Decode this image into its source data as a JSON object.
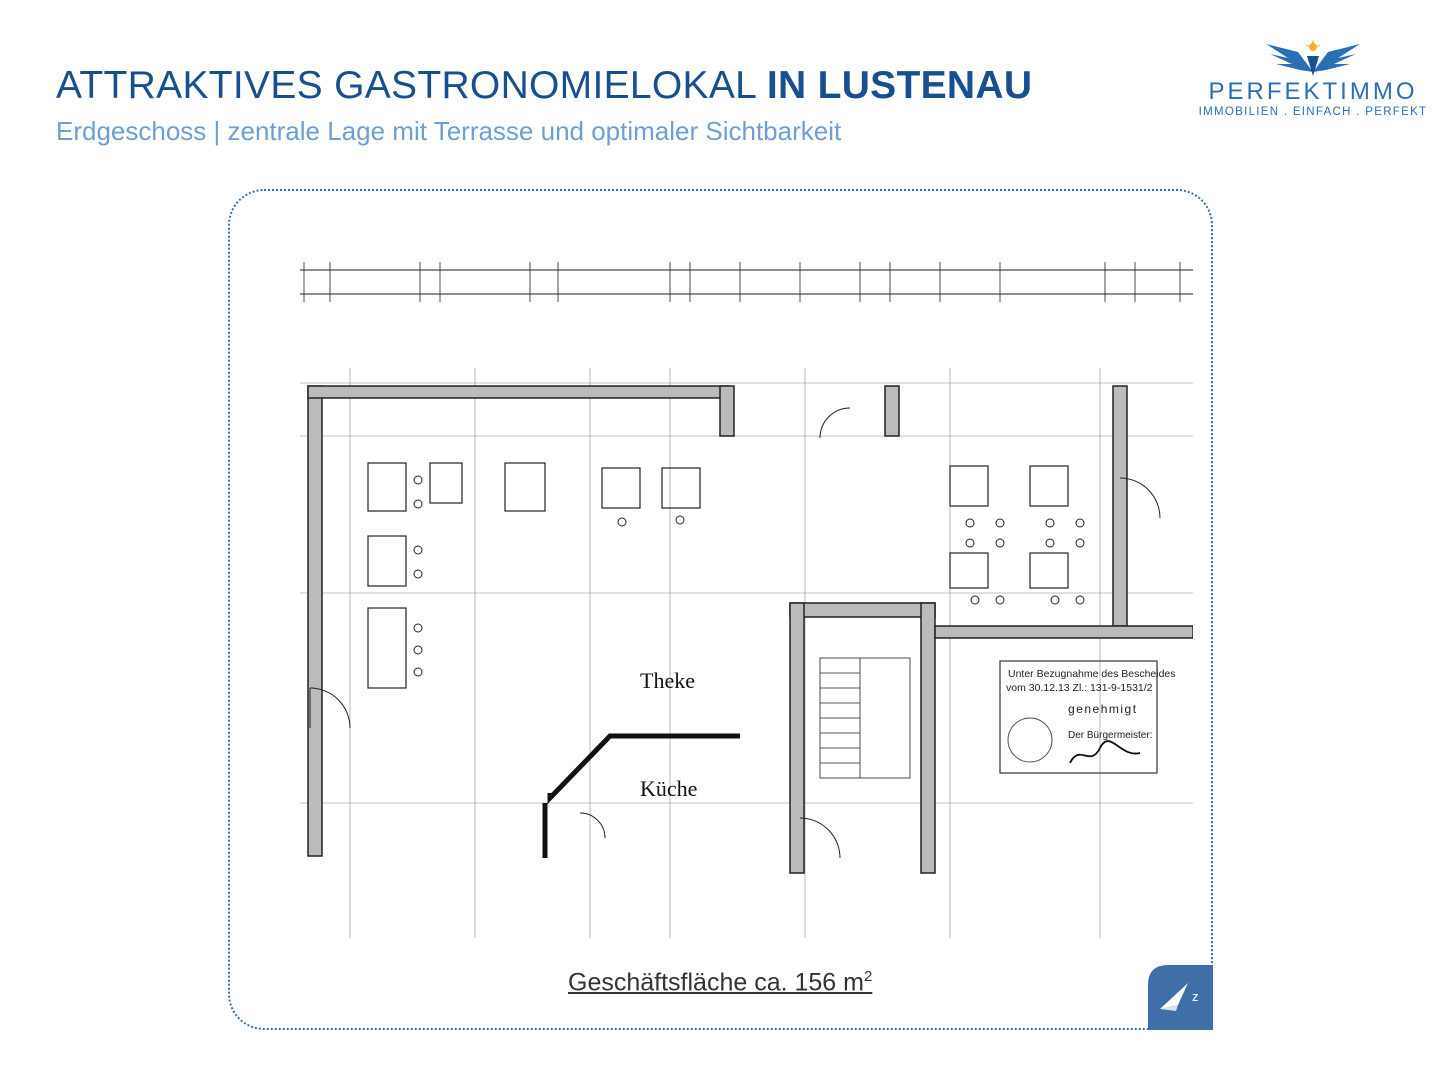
{
  "header": {
    "title_regular": "ATTRAKTIVES GASTRONOMIELOKAL",
    "title_bold": "IN LUSTENAU",
    "subtitle": "Erdgeschoss | zentrale Lage mit Terrasse und optimaler Sichtbarkeit"
  },
  "logo": {
    "icon": "winged-eagle-logo-icon",
    "brand": "PERFEKTIMMO",
    "slogan": "IMMOBILIEN . EINFACH . PERFEKT",
    "color": "#2a6fb6"
  },
  "floorplan": {
    "rooms": {
      "theke": "Theke",
      "kueche": "Küche"
    },
    "stamp": {
      "line1": "Unter Bezugnahme des Bescheides",
      "line2": "vom 30.12.13  Zl.: 131-9-1531/2",
      "line3": "genehmigt",
      "line4": "Der Bürgermeister:"
    }
  },
  "caption": {
    "text": "Geschäftsfläche ca. 156 m",
    "superscript": "2"
  },
  "corner_icon": "north-arrow-icon",
  "colors": {
    "title": "#1a4f8f",
    "subtitle": "#6f9fd0",
    "frame_border": "#3a6ea8",
    "corner": "#3f6fa6"
  }
}
